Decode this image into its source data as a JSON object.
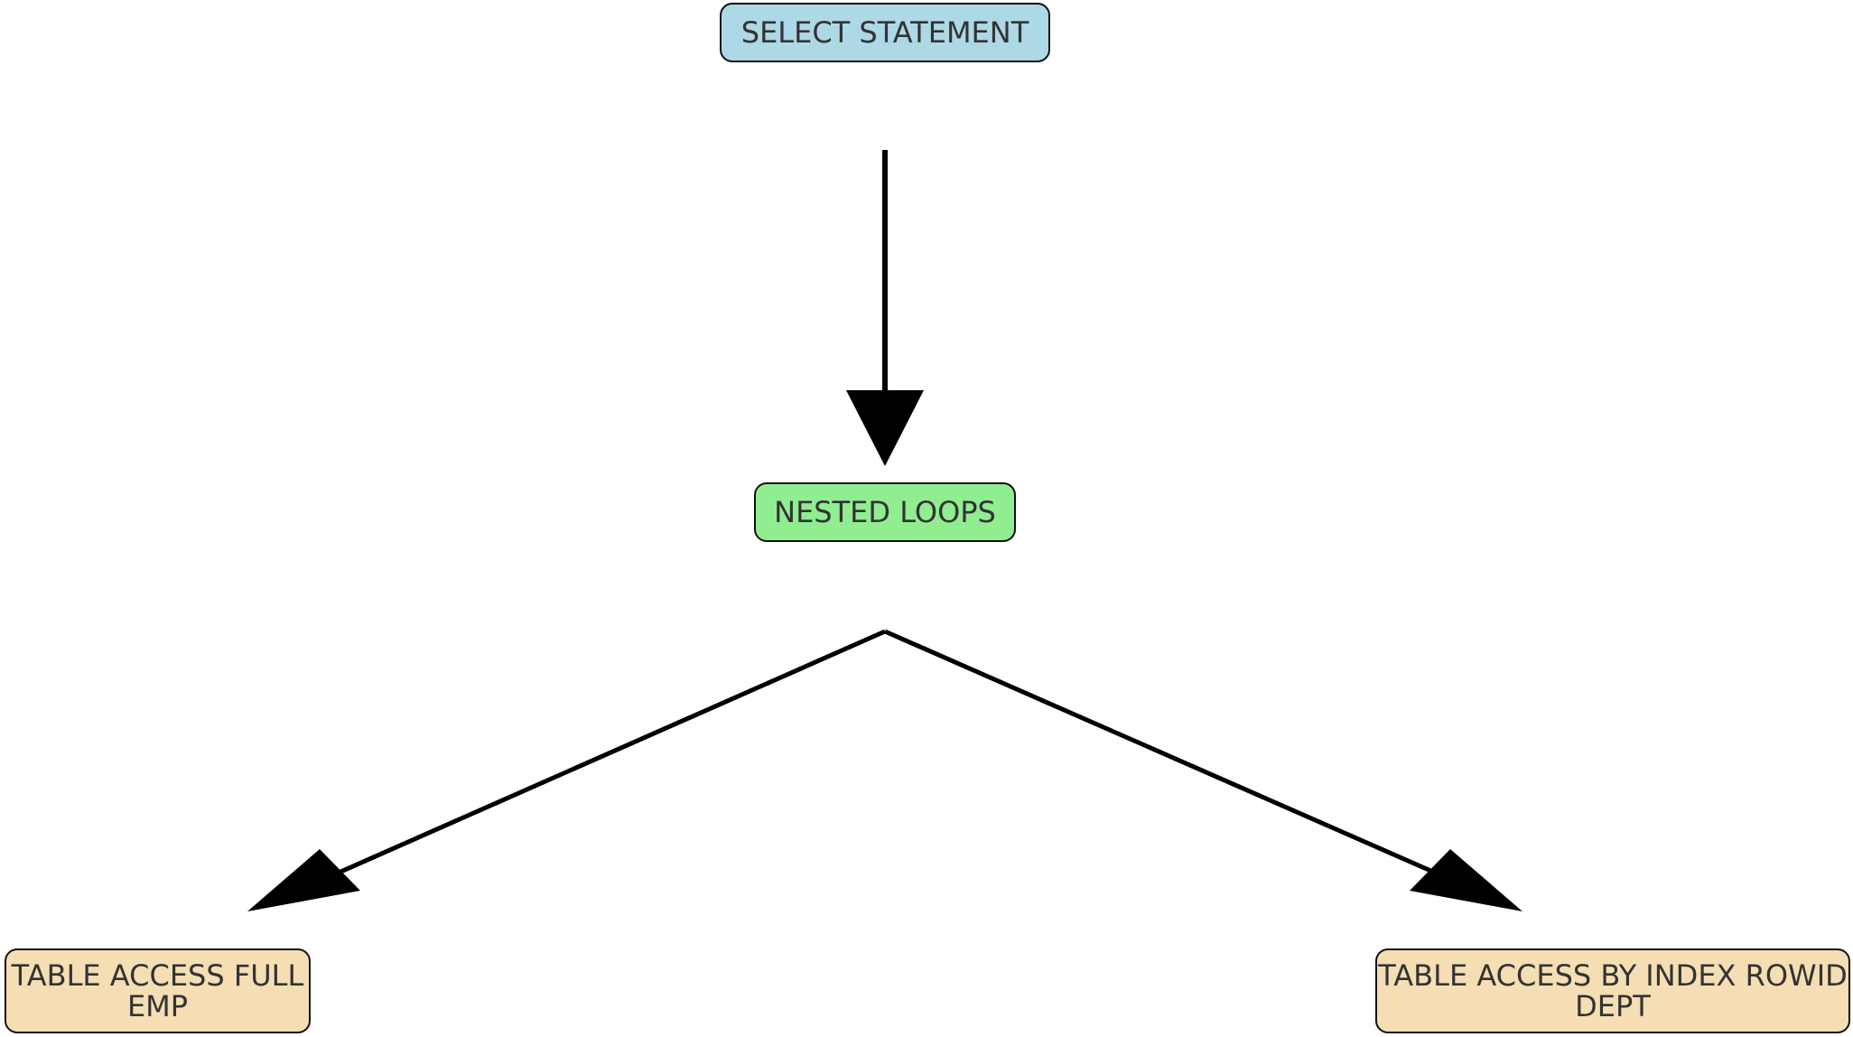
{
  "nodes": {
    "select_statement": {
      "label": "SELECT STATEMENT",
      "fill": "#add8e6"
    },
    "nested_loops": {
      "label": "NESTED LOOPS",
      "fill": "#90ee90"
    },
    "table_access_full": {
      "line1": "TABLE ACCESS FULL",
      "line2": "EMP",
      "fill": "#f5deb3"
    },
    "table_access_by_index": {
      "line1": "TABLE ACCESS BY INDEX ROWID",
      "line2": "DEPT",
      "fill": "#f5deb3"
    }
  },
  "edges": [
    {
      "from": "select_statement",
      "to": "nested_loops"
    },
    {
      "from": "nested_loops",
      "to": "table_access_full"
    },
    {
      "from": "nested_loops",
      "to": "table_access_by_index"
    }
  ],
  "colors": {
    "edge": "#000000",
    "text": "#333333",
    "border": "#111111"
  }
}
